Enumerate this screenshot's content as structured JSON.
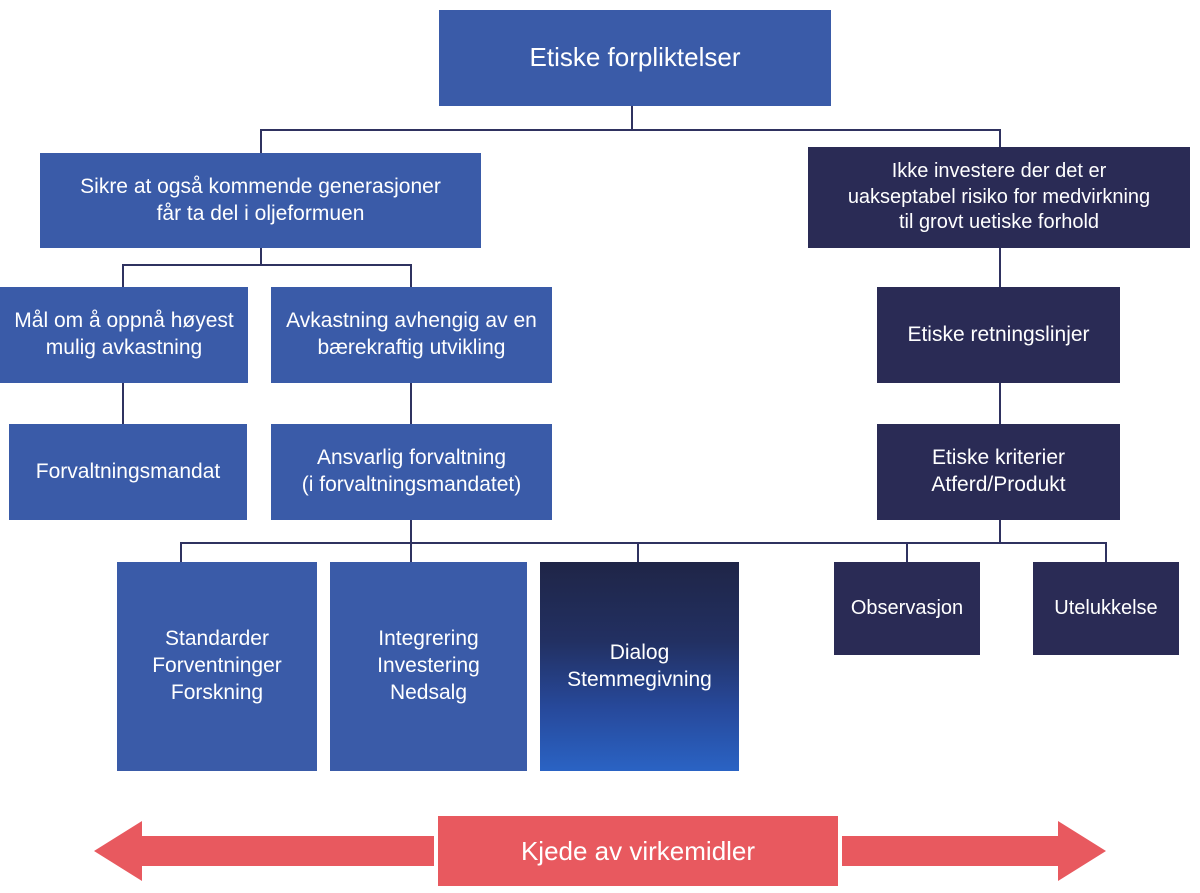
{
  "diagram": {
    "title": "Etiske forpliktelser",
    "colors": {
      "blue": "#3a5ba8",
      "navy": "#2a2b55",
      "connector": "#2f3260",
      "arrow_red": "#e8595f",
      "background": "#ffffff",
      "gradient_top": "#1f2547",
      "gradient_bottom": "#2a63c4"
    },
    "nodes": {
      "root": "Etiske forpliktelser",
      "left_branch": "Sikre at også kommende generasjoner\nfår ta del i oljeformuen",
      "right_branch": "Ikke investere der det er\nuakseptabel risiko for medvirkning\ntil grovt uetiske forhold",
      "goal_return": "Mål om å oppnå høyest\nmulig avkastning",
      "sustainable_return": "Avkastning avhengig av en\nbærekraftig utvikling",
      "mandate": "Forvaltningsmandat",
      "responsible_mgmt": "Ansvarlig forvaltning\n(i forvaltningsmandatet)",
      "ethical_guidelines": "Etiske retningslinjer",
      "ethical_criteria": "Etiske kriterier\nAtferd/Produkt",
      "standards": "Standarder\nForventninger\nForskning",
      "integration": "Integrering\nInvestering\nNedsalg",
      "dialog": "Dialog\nStemmegivning",
      "observation": "Observasjon",
      "exclusion": "Utelukkelse"
    },
    "footer": {
      "chain_label": "Kjede av virkemidler",
      "left_arrow_icon": "arrow-left-icon",
      "right_arrow_icon": "arrow-right-icon"
    }
  }
}
